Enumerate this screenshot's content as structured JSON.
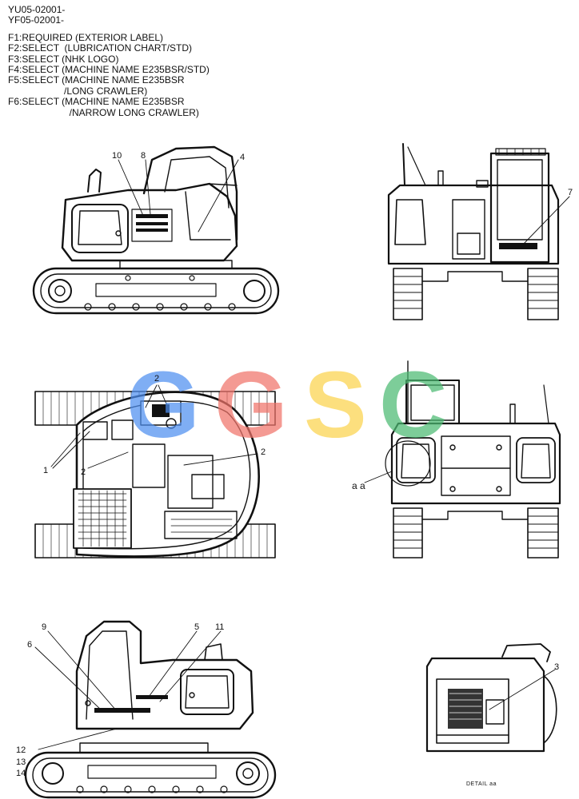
{
  "header": {
    "serials": [
      "YU05-02001-",
      "YF05-02001-"
    ],
    "notes": [
      "F1:REQUIRED (EXTERIOR LABEL)",
      "F2:SELECT  (LUBRICATION CHART/STD)",
      "F3:SELECT (NHK LOGO)",
      "F4:SELECT (MACHINE NAME E235BSR/STD)",
      "F5:SELECT (MACHINE NAME E235BSR",
      "                     /LONG CRAWLER)",
      "F6:SELECT (MACHINE NAME E235BSR",
      "                       /NARROW LONG CRAWLER)"
    ]
  },
  "callouts": {
    "c10": "10",
    "c8": "8",
    "c4": "4",
    "c7": "7",
    "c2a": "2",
    "c1": "1",
    "c2b": "2",
    "c2c": "2",
    "caa": "a a",
    "c9": "9",
    "c6": "6",
    "c5": "5",
    "c11": "11",
    "c3": "3",
    "c12": "12",
    "c13": "13",
    "c14": "14"
  },
  "detail_label": "DETAIL aa",
  "watermark": {
    "letters": [
      "G",
      "G",
      "S",
      "C"
    ],
    "colors": [
      "#4f8ff0",
      "#f0746a",
      "#fcd34d",
      "#4cbb73"
    ]
  }
}
